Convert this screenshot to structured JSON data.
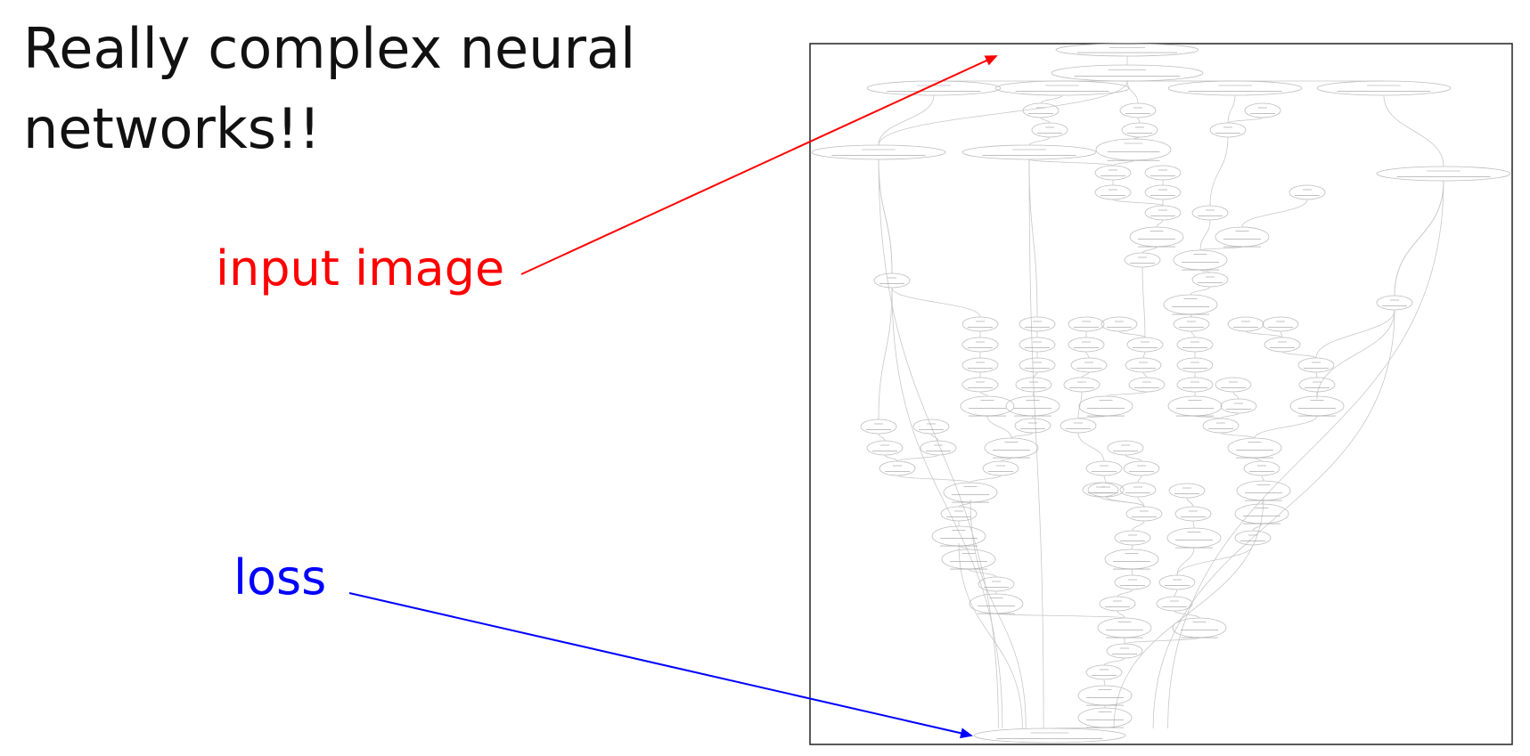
{
  "title": {
    "line1": "Really complex neural",
    "line2": "networks!!"
  },
  "annotations": {
    "input": {
      "label": "input image",
      "color": "#ff0000"
    },
    "loss": {
      "label": "loss",
      "color": "#0000ff"
    }
  },
  "colors": {
    "frame": "#222222",
    "node_stroke": "#bdbdbd",
    "edge_stroke": "#c8c8c8",
    "node_text": "#9a9a9a"
  }
}
